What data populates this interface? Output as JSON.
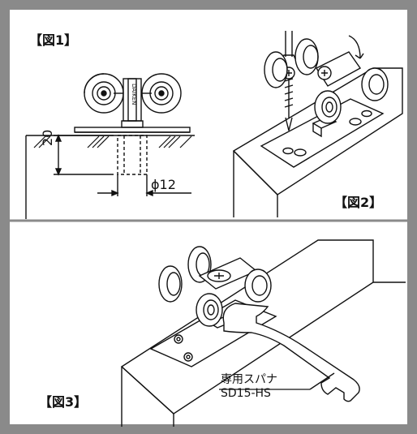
{
  "figure1": {
    "title": "【図1】",
    "dimension_height": "20",
    "dimension_diameter": "ϕ12",
    "label_daiken": "DAIKEN"
  },
  "figure2": {
    "title": "【図2】"
  },
  "figure3": {
    "title": "【図3】",
    "spanner_label_line1": "専用スパナ",
    "spanner_label_line2": "SD15-HS"
  },
  "colors": {
    "frame": "#8a8a8a",
    "stroke": "#111111",
    "background": "#ffffff"
  }
}
